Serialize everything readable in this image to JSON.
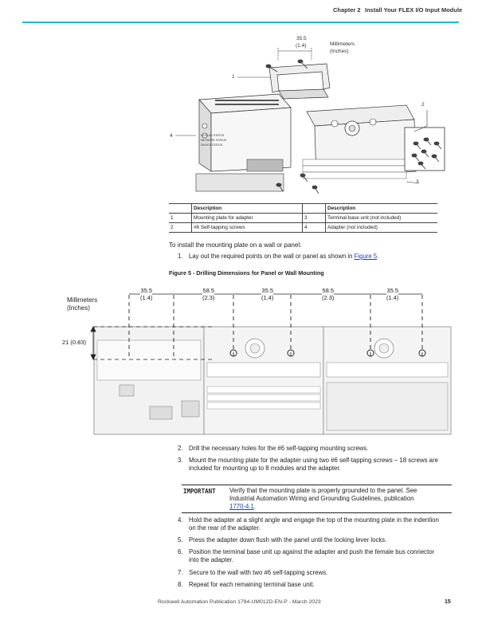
{
  "header": {
    "chapter": "Chapter 2",
    "title": "Install Your FLEX I/O Input Module"
  },
  "top_figure": {
    "dim_value": "35.5",
    "dim_unit": "(1.4)",
    "units_line1": "Millimeters",
    "units_line2": "(Inches)",
    "callouts": [
      "1",
      "2",
      "3",
      "4"
    ],
    "module_lines": [
      "MODULE STATUS",
      "NETWORK STATUS",
      "DEVICE STATUS"
    ]
  },
  "parts_table": {
    "header": [
      "",
      "Description",
      "",
      "Description"
    ],
    "rows": [
      [
        "1",
        "Mounting plate for adapter",
        "3",
        "Terminal base unit (not included)"
      ],
      [
        "2",
        "#6 Self-tapping screws",
        "4",
        "Adapter (not included)"
      ]
    ]
  },
  "intro": "To install the mounting plate on a wall or panel:",
  "step1": {
    "num": "1.",
    "text": "Lay out the required points on the wall or panel as shown in ",
    "link": "Figure 5",
    "end": "."
  },
  "figure5": {
    "caption": "Figure 5 - Drilling Dimensions for Panel or Wall Mounting",
    "units_line1": "Millimeters",
    "units_line2": "(Inches)",
    "dims": [
      {
        "mm": "35.5",
        "in": "(1.4)"
      },
      {
        "mm": "58.5",
        "in": "(2.3)"
      },
      {
        "mm": "35.5",
        "in": "(1.4)"
      },
      {
        "mm": "58.5",
        "in": "(2.3)"
      },
      {
        "mm": "35.5",
        "in": "(1.4)"
      }
    ],
    "vertical_dim": "21 (0.83)"
  },
  "steps_a": [
    {
      "num": "2.",
      "text": "Drill the necessary holes for the #6 self-tapping mounting screws."
    },
    {
      "num": "3.",
      "text": "Mount the mounting plate for the adapter using two #6 self-tapping screws – 18 screws are",
      "text2": "included for mounting up to 8 modules and the adapter."
    }
  ],
  "important": {
    "label": "IMPORTANT",
    "line1": "Verify that the mounting plate is properly grounded to the panel. See",
    "line2": "Industrial Automation Wiring and Grounding Guidelines, publication",
    "link": "1770-4.1",
    "end": "."
  },
  "steps_b": [
    {
      "num": "4.",
      "text": "Hold the adapter at a slight angle and engage the top of the mounting plate in the indention",
      "text2": "on the rear of the adapter."
    },
    {
      "num": "5.",
      "text": "Press the adapter down flush with the panel until the locking lever locks."
    },
    {
      "num": "6.",
      "text": "Position the terminal base unit up against the adapter and push the female bus connector",
      "text2": "into the adapter."
    },
    {
      "num": "7.",
      "text": "Secure to the wall with two #6 self-tapping screws."
    },
    {
      "num": "8.",
      "text": "Repeat for each remaining terminal base unit."
    }
  ],
  "footer": {
    "publication": "Rockwell Automation Publication 1794-UM012D-EN-P - March 2023",
    "page": "15"
  }
}
